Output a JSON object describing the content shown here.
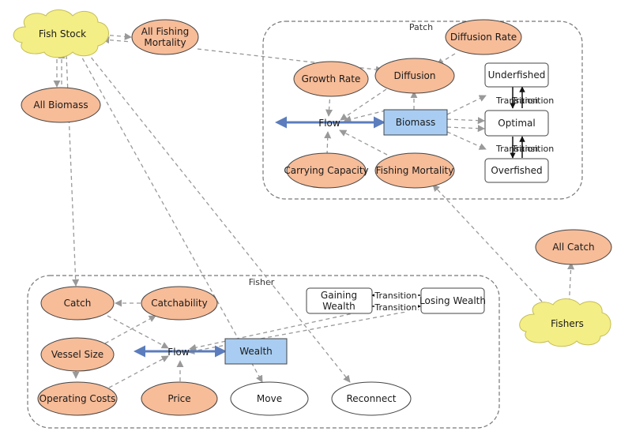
{
  "groups": {
    "patch": "Patch",
    "fisher": "Fisher"
  },
  "nodes": {
    "fish_stock": "Fish Stock",
    "all_fishing_mortality_l1": "All Fishing",
    "all_fishing_mortality_l2": "Mortality",
    "all_biomass": "All Biomass",
    "diffusion_rate": "Diffusion Rate",
    "growth_rate": "Growth Rate",
    "diffusion": "Diffusion",
    "biomass": "Biomass",
    "flow_patch": "Flow",
    "carrying_capacity": "Carrying Capacity",
    "fishing_mortality": "Fishing Mortality",
    "underfished": "Underfished",
    "optimal": "Optimal",
    "overfished": "Overfished",
    "transition_top_a": "Transition",
    "transition_top_b": "Transition",
    "transition_bot_a": "Transition",
    "transition_bot_b": "Transition",
    "all_catch": "All Catch",
    "fishers": "Fishers",
    "catch": "Catch",
    "catchability": "Catchability",
    "vessel_size": "Vessel Size",
    "operating_costs": "Operating Costs",
    "price": "Price",
    "flow_fisher": "Flow",
    "wealth": "Wealth",
    "move": "Move",
    "reconnect": "Reconnect",
    "gaining_wealth_l1": "Gaining",
    "gaining_wealth_l2": "Wealth",
    "losing_wealth": "Losing Wealth",
    "transition_f_a": "Transition",
    "transition_f_b": "Transition"
  },
  "colors": {
    "agent_fill": "#f4ee86",
    "variable_fill": "#f7bc98",
    "stock_fill": "#a9cdf2",
    "state_fill": "#ffffff",
    "link": "#999999",
    "flow": "#5b7dbd",
    "group_border": "#777777"
  }
}
